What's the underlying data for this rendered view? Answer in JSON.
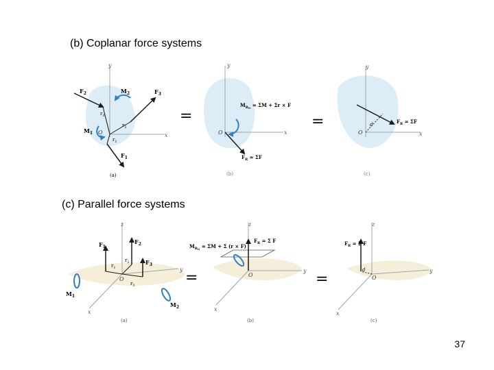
{
  "slide": {
    "heading_b": "(b) Coplanar force systems",
    "heading_c": "(c) Parallel force systems",
    "page_number": "37"
  },
  "figure_b": {
    "equals": "=",
    "panel_a": {
      "caption": "(a)",
      "y_axis": "y",
      "x_axis": "x",
      "origin": "O",
      "F1": "F",
      "F1_sub": "1",
      "F2": "F",
      "F2_sub": "2",
      "F3": "F",
      "F3_sub": "3",
      "M1": "M",
      "M1_sub": "1",
      "M2": "M",
      "M2_sub": "2",
      "r1": "r",
      "r1_sub": "1",
      "r2": "r",
      "r2_sub": "2",
      "r3": "r",
      "r3_sub": "3"
    },
    "panel_b": {
      "caption": "(b)",
      "y_axis": "y",
      "x_axis": "x",
      "origin": "O",
      "moment_eq": "M",
      "moment_sub": "R",
      "moment_sub2": "O",
      "moment_rhs": " = ΣM + Σr × F",
      "force": "F",
      "force_sub": "R",
      "force_rhs": " = ΣF"
    },
    "panel_c": {
      "caption": "(c)",
      "y_axis": "y",
      "x_axis": "x",
      "origin": "O",
      "d_label": "d",
      "force": "F",
      "force_sub": "R",
      "force_rhs": " = ΣF"
    }
  },
  "figure_c": {
    "equals": "=",
    "panel_a": {
      "caption": "(a)",
      "z_axis": "z",
      "y_axis": "y",
      "x_axis": "x",
      "origin": "O",
      "F1": "F",
      "F1_sub": "1",
      "F2": "F",
      "F2_sub": "2",
      "F3": "F",
      "F3_sub": "3",
      "M1": "M",
      "M1_sub": "1",
      "M2": "M",
      "M2_sub": "2",
      "r1": "r",
      "r1_sub": "1",
      "r2": "r",
      "r2_sub": "2",
      "r3": "r",
      "r3_sub": "3"
    },
    "panel_b": {
      "caption": "(b)",
      "z_axis": "z",
      "y_axis": "y",
      "x_axis": "x",
      "origin": "O",
      "moment": "M",
      "moment_sub": "R",
      "moment_sub2": "O",
      "moment_rhs": " = ΣM + Σ (r × F)",
      "force": "F",
      "force_sub": "R",
      "force_rhs": " = Σ F"
    },
    "panel_c": {
      "caption": "(c)",
      "z_axis": "z",
      "y_axis": "y",
      "x_axis": "x",
      "origin": "O",
      "d_label": "d",
      "force": "F",
      "force_sub": "R",
      "force_rhs": " = Σ F"
    }
  },
  "colors": {
    "blob_blue": "#dcedf7",
    "blob_sand": "#f3ead0",
    "arrow": "#1a1a1a",
    "moment": "#2f7fc4",
    "axis": "#9aa4ad"
  }
}
